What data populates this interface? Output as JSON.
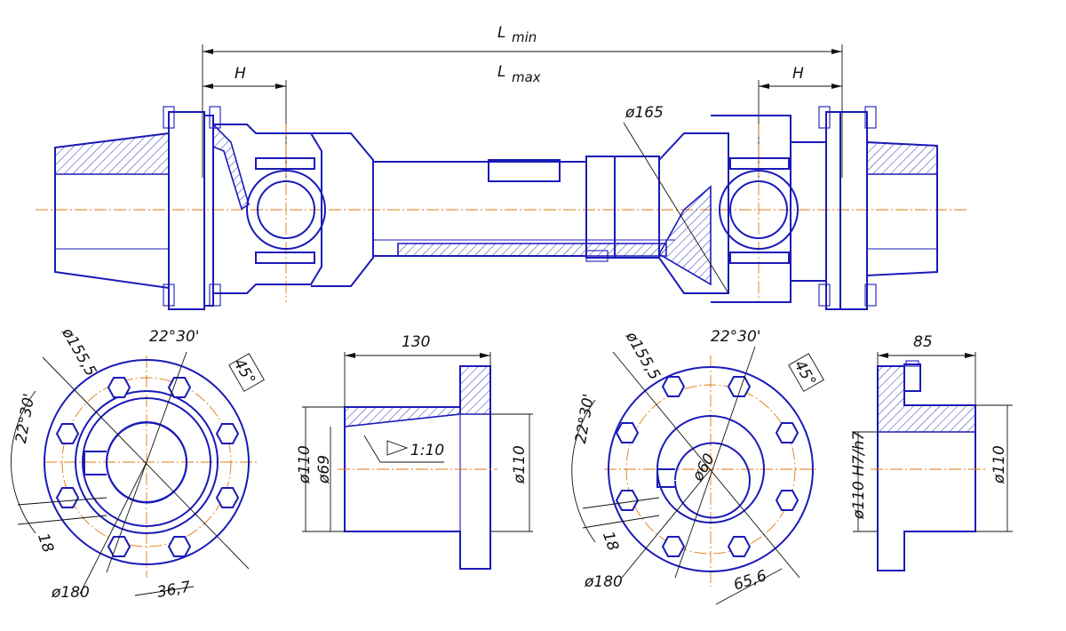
{
  "top_view": {
    "l_min": "L",
    "l_min_sub": "min",
    "l_max": "L",
    "l_max_sub": "max",
    "h_left": "H",
    "h_right": "H",
    "d165": "ø165"
  },
  "flange_left": {
    "d155": "ø155,5",
    "angle_top": "22°30'",
    "angle_45": "45°",
    "angle_left": "22°30'",
    "d180": "ø180",
    "dim18": "18",
    "dim36": "36,7"
  },
  "hub_left": {
    "width": "130",
    "d110_outer": "ø110",
    "d69": "ø69",
    "taper": "1:10",
    "d110_inner": "ø110"
  },
  "flange_right": {
    "d155": "ø155,5",
    "angle_top": "22°30'",
    "angle_45": "45°",
    "angle_left": "22°30'",
    "d60": "ø60",
    "d180": "ø180",
    "dim18": "18",
    "dim65": "65,6"
  },
  "hub_right": {
    "width": "85",
    "fit": "ø110 H7/h7",
    "d110": "ø110"
  },
  "colors": {
    "outline": "#1a1ab8",
    "centerline": "#e07a10",
    "dimension": "#111111"
  }
}
